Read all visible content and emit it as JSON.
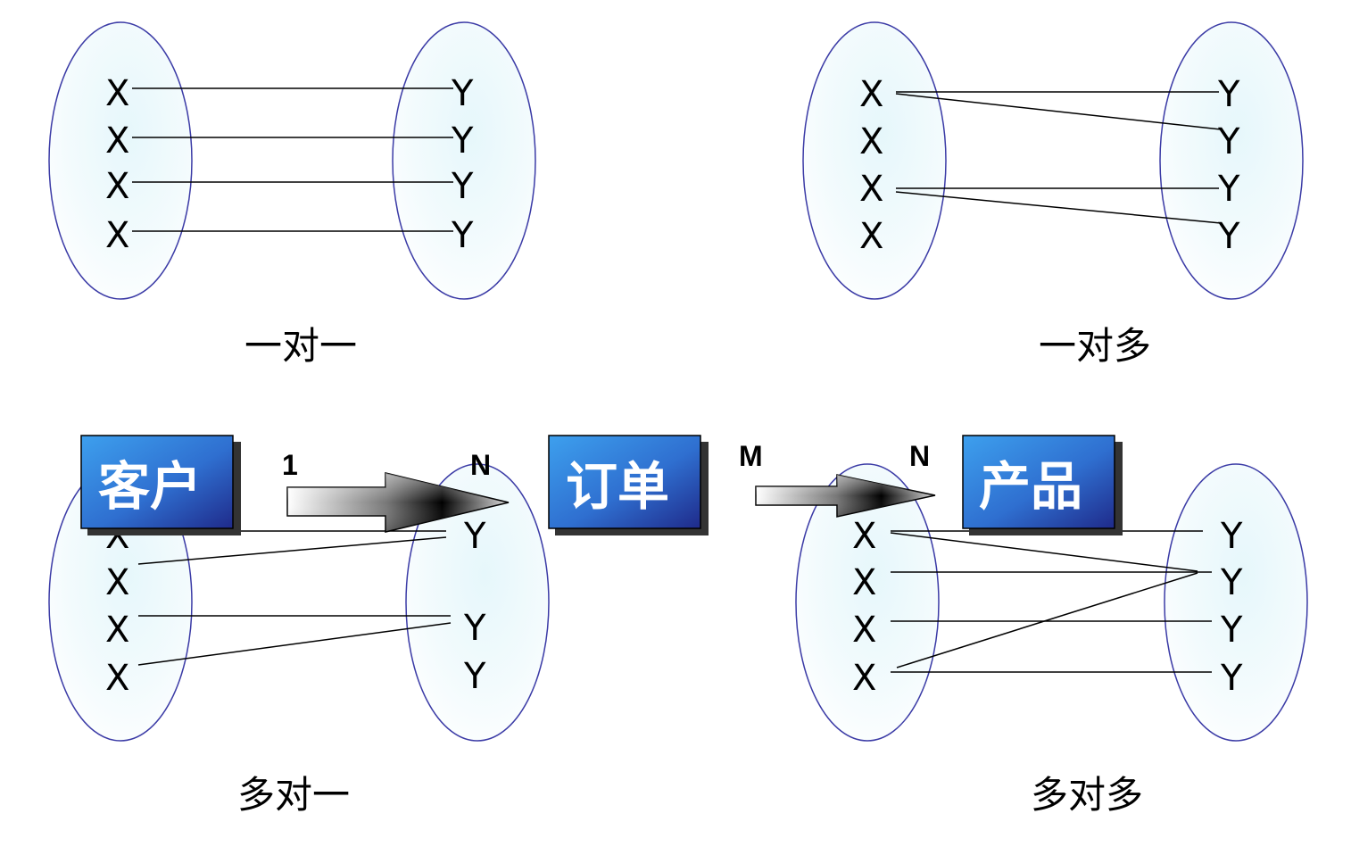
{
  "colors": {
    "ellipse_stroke": "#3b3ba6",
    "ellipse_fill_light": "#e6f7fb",
    "box_light": "#3da0ee",
    "box_dark": "#1f2a8a",
    "line": "#000000"
  },
  "panels": {
    "one_to_one": {
      "caption": "一对一",
      "left": [
        "X",
        "X",
        "X",
        "X"
      ],
      "right": [
        "Y",
        "Y",
        "Y",
        "Y"
      ]
    },
    "one_to_many": {
      "caption": "一对多",
      "left": [
        "X",
        "X",
        "X",
        "X"
      ],
      "right": [
        "Y",
        "Y",
        "Y",
        "Y"
      ]
    },
    "many_to_one": {
      "caption": "多对一",
      "left": [
        "X",
        "X",
        "X",
        "X"
      ],
      "right": [
        "Y",
        "Y",
        "Y"
      ]
    },
    "many_to_many": {
      "caption": "多对多",
      "left": [
        "X",
        "X",
        "X",
        "X"
      ],
      "right": [
        "Y",
        "Y",
        "Y",
        "Y"
      ]
    }
  },
  "entities": {
    "customer": "客户",
    "order": "订单",
    "product": "产品"
  },
  "cardinality": {
    "customer_side": "1",
    "order_side_left": "N",
    "order_side_right": "M",
    "product_side": "N"
  }
}
